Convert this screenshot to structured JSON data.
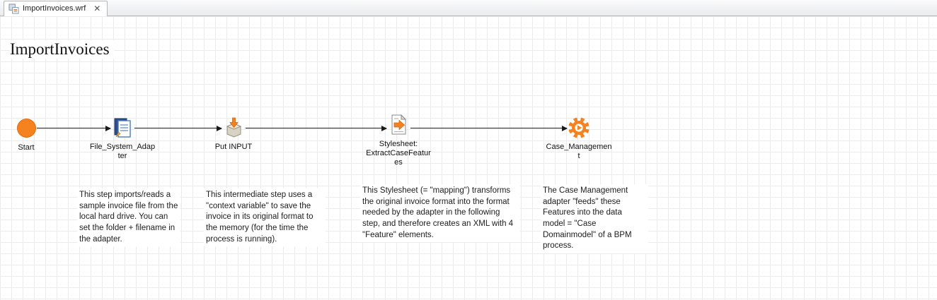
{
  "tab_bar": {
    "tab": {
      "title": "ImportInvoices.wrf",
      "close_glyph": "✕"
    }
  },
  "canvas": {
    "title": "ImportInvoices"
  },
  "workflow": {
    "nodes": [
      {
        "id": "start",
        "label": "Start",
        "icon": "start-circle"
      },
      {
        "id": "file_system_adapter",
        "label": "File_System_Adap\nter",
        "icon": "document-stack"
      },
      {
        "id": "put_input",
        "label": "Put INPUT",
        "icon": "box-with-down-arrow"
      },
      {
        "id": "stylesheet_extractcasefeatures",
        "label": "Stylesheet:\nExtractCaseFeatur\nes",
        "icon": "document-with-right-arrow"
      },
      {
        "id": "case_management",
        "label": "Case_Managemen\nt",
        "icon": "gear-with-play"
      }
    ],
    "notes": [
      {
        "text": "This step imports/reads a sample invoice file from the local hard drive. You can set the folder + filename in the adapter."
      },
      {
        "text": "This intermediate step uses a \"context variable\" to save the invoice in its original format to the memory (for the time the process is running)."
      },
      {
        "text": "This Stylesheet (= \"mapping\") transforms the original invoice format into the format needed by the adapter in the following step, and therefore creates an XML with 4 \"Feature\" elements."
      },
      {
        "text": "The Case Management adapter \"feeds\" these Features into the data model = \"Case Domainmodel\" of a BPM process."
      }
    ]
  },
  "colors": {
    "accent_orange": "#F5821F",
    "grid_line": "#EBEBEB"
  }
}
